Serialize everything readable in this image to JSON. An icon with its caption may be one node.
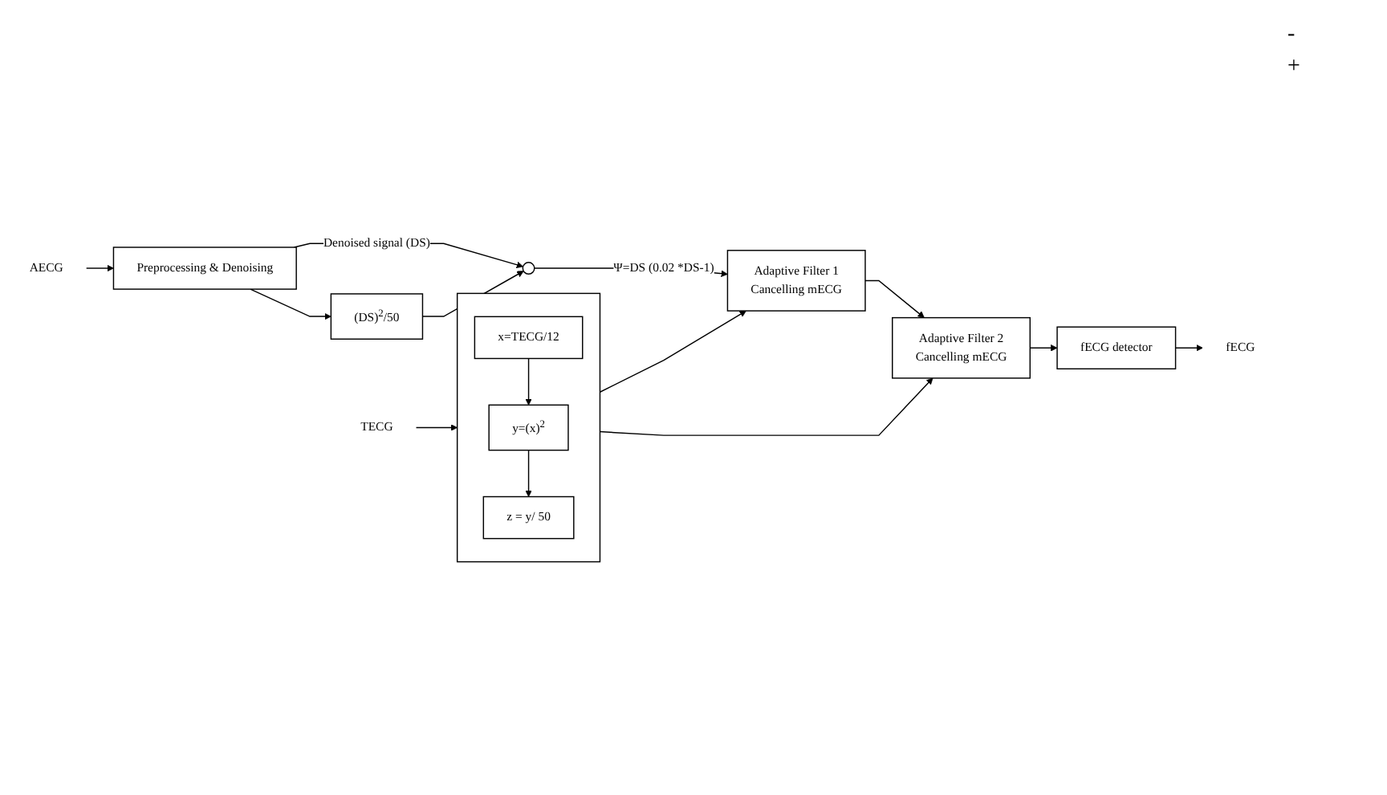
{
  "diagram": {
    "nodes": [
      {
        "text": [
          "AECG"
        ]
      },
      {
        "text": [
          "Preprocessing & Denoising"
        ]
      },
      {
        "text": [],
        "shape": "circle"
      },
      {
        "text": [
          "(DS)$^{2}$/50"
        ]
      },
      {
        "text": [
          "TECG"
        ]
      },
      {
        "text": [],
        "shape": "box"
      },
      {
        "text": [
          "x=TECG/12"
        ],
        "in": 5
      },
      {
        "text": [
          "y=(x)$^{2}$"
        ],
        "in": 5
      },
      {
        "text": [
          "z = y/ 50"
        ],
        "in": 5
      },
      {
        "text": [
          "Adaptive Filter 1",
          "Cancelling mECG"
        ]
      },
      {
        "text": [
          "Adaptive Filter 2",
          "Cancelling mECG"
        ]
      },
      {
        "text": [
          "fECG detector"
        ]
      },
      {
        "text": [
          "fECG"
        ]
      }
    ],
    "edges": [
      {
        "from": 0,
        "to": 1,
        "arrow": "to"
      },
      {
        "from": 1,
        "to": 2,
        "arrow": "to",
        "label": "Denoised signal (DS)"
      },
      {
        "from": 1,
        "to": 3,
        "arrow": "to"
      },
      {
        "from": 3,
        "to": 2,
        "arrow": "to"
      },
      {
        "from": 2,
        "to": 9,
        "arrow": "to",
        "label": "Ψ=DS (0.02 *DS-1)"
      },
      {
        "from": 4,
        "to": 5,
        "arrow": "to"
      },
      {
        "from": 6,
        "to": 7,
        "arrow": "to"
      },
      {
        "from": 7,
        "to": 8,
        "arrow": "to"
      },
      {
        "from": 5,
        "to": 9,
        "arrow": "to"
      },
      {
        "from": 5,
        "to": 10,
        "arrow": "to"
      },
      {
        "from": 9,
        "to": 10,
        "arrow": "to"
      },
      {
        "from": 10,
        "to": 11,
        "arrow": "to"
      },
      {
        "from": 11,
        "to": 12,
        "arrow": "to"
      }
    ],
    "labels": [
      "-",
      "+"
    ]
  }
}
